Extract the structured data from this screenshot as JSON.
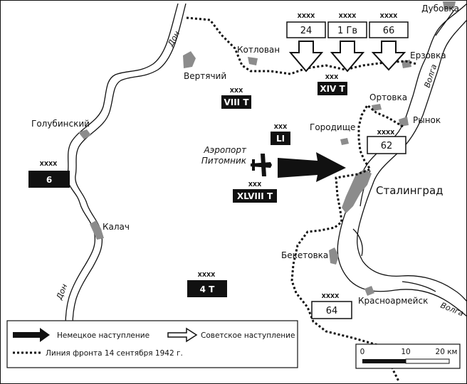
{
  "map": {
    "rivers": {
      "don_upper": "Дон",
      "don_lower": "Дон",
      "volga_upper": "Волга",
      "volga_lower": "Волга"
    },
    "places": {
      "dubovka": "Дубовка",
      "erzovka": "Ерзовка",
      "kotlovan": "Котлован",
      "vertyachy": "Вертячий",
      "golubinsky": "Голубинский",
      "kalach": "Калач",
      "ortovka": "Ортовка",
      "rynok": "Рынок",
      "gorodishche": "Городище",
      "stalingrad": "Сталинград",
      "beketovka": "Бекетовка",
      "krasnoarmeysk": "Красноармейск"
    },
    "airport": {
      "line1": "Аэропорт",
      "line2": "Питомник"
    },
    "soviet_armies": [
      {
        "echelon": "XXXX",
        "label": "24"
      },
      {
        "echelon": "XXXX",
        "label": "1 Гв"
      },
      {
        "echelon": "XXXX",
        "label": "66"
      },
      {
        "echelon": "XXXX",
        "label": "62"
      },
      {
        "echelon": "XXXX",
        "label": "64"
      }
    ],
    "german_armies": [
      {
        "echelon": "XXXX",
        "label": "6"
      },
      {
        "echelon": "XXXX",
        "label": "4 Т"
      }
    ],
    "german_corps": [
      {
        "echelon": "XXX",
        "label": "XIV Т"
      },
      {
        "echelon": "XXX",
        "label": "VIII Т"
      },
      {
        "echelon": "XXX",
        "label": "LI"
      },
      {
        "echelon": "XXX",
        "label": "XLVIII Т"
      }
    ]
  },
  "legend": {
    "german_attack": "Немецкое наступление",
    "soviet_attack": "Советское наступление",
    "front_line": "Линия фронта 14 сентября 1942 г."
  },
  "scale": {
    "tick_0": "0",
    "tick_10": "10",
    "tick_20": "20 км"
  },
  "colors": {
    "ink": "#111111",
    "settlement": "#8c8c8c",
    "paper": "#ffffff"
  }
}
